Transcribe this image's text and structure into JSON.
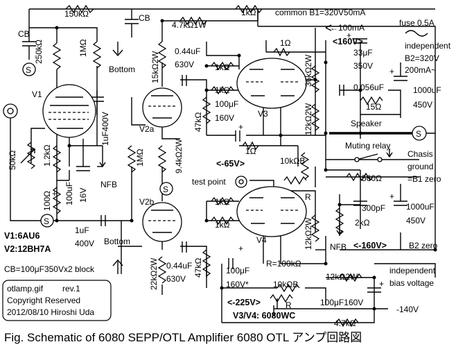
{
  "caption": "Fig.  Schematic of  6080 SEPP/OTL Amplifier    6080  OTL アンプ回路図",
  "info": {
    "filename": "otlamp.gif",
    "rev": "rev.1",
    "copyright": "Copyright  Reserved",
    "date_author": "2012/08/10 Hiroshi Uda"
  },
  "labels": {
    "r150k": "150kΩ",
    "cb": "CB",
    "r1k": "1kΩ",
    "common_b1": "common B1=320V50mA",
    "r4k7_1w": "4.7kΩ1W",
    "i100ma": "←100mA",
    "fuse": "fuse 0.5A",
    "independent": "independent",
    "b2_320v": "B2=320V",
    "i200ma": "200mA~",
    "r250k": "250kΩ",
    "r1m": "1MΩ",
    "bottom": "Bottom",
    "c044uf": "0.44uF",
    "v630": "630V",
    "r15k_2w": "15kΩ2W",
    "r1ohm": "1Ω",
    "v160_pos": "<160V>",
    "c33uf": "33μF",
    "v350": "350V",
    "r36k_2w": "36kΩ2W",
    "c0056uf": "0.056uF",
    "r15ohm": "15Ω",
    "c1000uf": "1000uF",
    "v450": "450V",
    "v1": "V1",
    "c1uf400v": "1uF400V",
    "v2a": "V2a",
    "c100uf": "100μF",
    "v160": "160V",
    "r47k": "47kΩ",
    "v3": "V3",
    "r12k_2w": "12kΩ2W",
    "speaker": "Speaker",
    "muting_relay": "Muting relay",
    "chasis": "Chasis",
    "ground": "ground",
    "b1_zero": "=B1 zero",
    "v65_neg": "<-65V>",
    "r10k_b": "10kΩB",
    "r560": "560Ω",
    "r50k": "50kΩ",
    "r1k2": "1.2kΩ",
    "r9k4_2w": "9.4kΩ2W",
    "nfb": "NFB",
    "test_point": "test point",
    "r": "R",
    "r100": "100Ω",
    "c100uf_short": "100uF",
    "v16": "16V",
    "v2b": "V2b",
    "c300pf": "300pF",
    "r2k": "2kΩ",
    "v1_type": "V1:6AU6",
    "v2_type": "V2:12BH7A",
    "c1uf": "1uF",
    "v400": "400V",
    "v4": "V4",
    "v160_neg": "<-160V>",
    "b2_zero": "B2 zero",
    "cb_block": "CB=100μF350Vx2 block",
    "r22k_2w": "22kΩ2W",
    "v160_star": "160V*",
    "r_100k": "R=100kΩ",
    "bias_voltage": "bias voltage",
    "c100uf_160v": "100μF160V",
    "v225_neg": "<-225V>",
    "v140_neg": "-140V",
    "v3v4_type": "V3/V4: 6080WC",
    "r4k7": "4.7kΩ"
  }
}
